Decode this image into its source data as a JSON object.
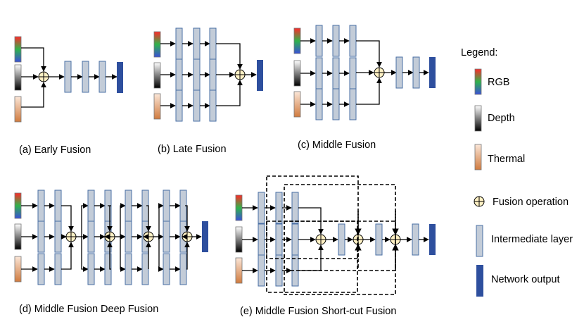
{
  "captions": {
    "a": "(a) Early Fusion",
    "b": "(b) Late Fusion",
    "c": "(c) Middle Fusion",
    "d": "(d) Middle Fusion Deep Fusion",
    "e": "(e) Middle Fusion Short-cut Fusion"
  },
  "legend": {
    "title": "Legend:",
    "rgb": "RGB",
    "depth": "Depth",
    "thermal": "Thermal",
    "fusion": "Fusion operation",
    "intermediate": "Intermediate layer",
    "output": "Network output"
  },
  "colors": {
    "layer_fill": "#c3ccd8",
    "layer_stroke": "#4a6fa5",
    "output_fill": "#2e4f9e",
    "fusion_fill": "#fff1c4",
    "rgb": [
      "#ff2a2a",
      "#2fb34a",
      "#3a4fd8"
    ],
    "depth": [
      "#ffffff",
      "#000000"
    ],
    "thermal": [
      "#fbe6d8",
      "#d07a3e"
    ]
  },
  "icons": {
    "fusion": "circle-plus-icon",
    "rgb": "rgb-gradient-icon",
    "depth": "depth-gradient-icon",
    "thermal": "thermal-gradient-icon"
  }
}
